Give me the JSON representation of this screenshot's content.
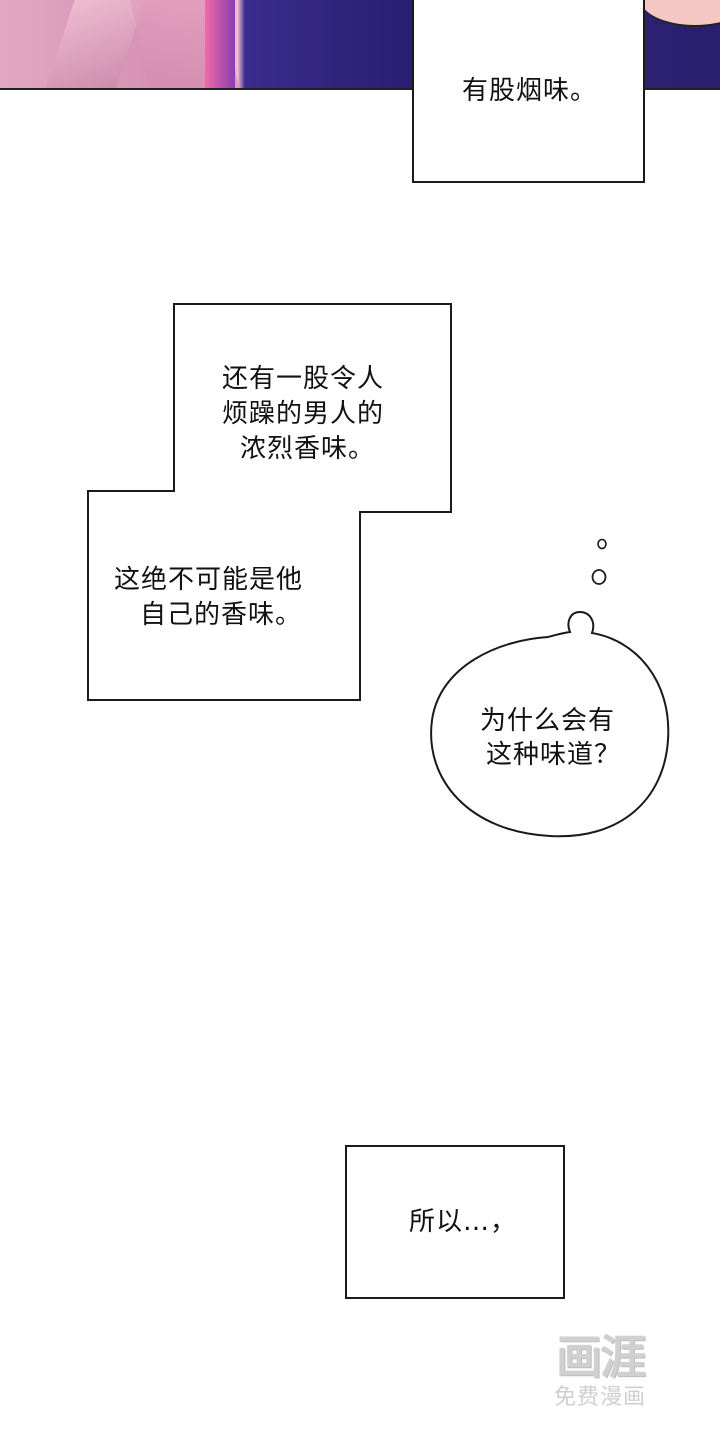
{
  "panels": {
    "caption1": "有股烟味。",
    "caption2_lines": [
      "还有一股令人",
      "烦躁的男人的",
      "浓烈香味。"
    ],
    "caption3_lines": [
      "这绝不可能是他",
      "自己的香味。"
    ],
    "thought_lines": [
      "为什么会有",
      "这种味道？"
    ],
    "caption4": "所以…，"
  },
  "watermark": {
    "logo": "画涯",
    "subtitle": "免费漫画"
  },
  "colors": {
    "ink": "#1a1a1a",
    "paper": "#ffffff",
    "art_pink": "#d795b7",
    "art_navy": "#2a1f74"
  }
}
